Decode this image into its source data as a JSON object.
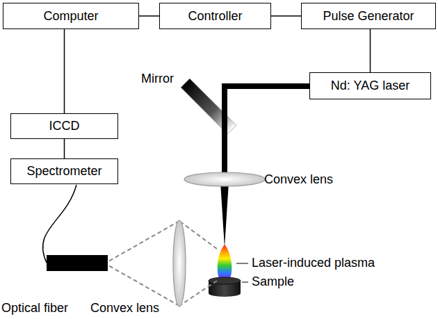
{
  "diagram": {
    "nodes": [
      {
        "text": [
          "Computer"
        ]
      },
      {
        "text": [
          "Controller"
        ]
      },
      {
        "text": [
          "Pulse Generator"
        ]
      },
      {
        "text": [
          "Nd: YAG laser"
        ]
      },
      {
        "text": [
          "ICCD"
        ]
      },
      {
        "text": [
          "Spectrometer"
        ]
      }
    ],
    "edges": [
      {
        "from": 0,
        "to": 1,
        "arrow": "none"
      },
      {
        "from": 1,
        "to": 2,
        "arrow": "none"
      },
      {
        "from": 2,
        "to": 3,
        "arrow": "none"
      },
      {
        "from": 0,
        "to": 4,
        "arrow": "none"
      },
      {
        "from": 4,
        "to": 5,
        "arrow": "none"
      }
    ],
    "labels": [
      "Mirror",
      "Convex lens",
      "Laser-induced plasma",
      "Sample",
      "Optical fiber",
      "Convex lens"
    ]
  }
}
